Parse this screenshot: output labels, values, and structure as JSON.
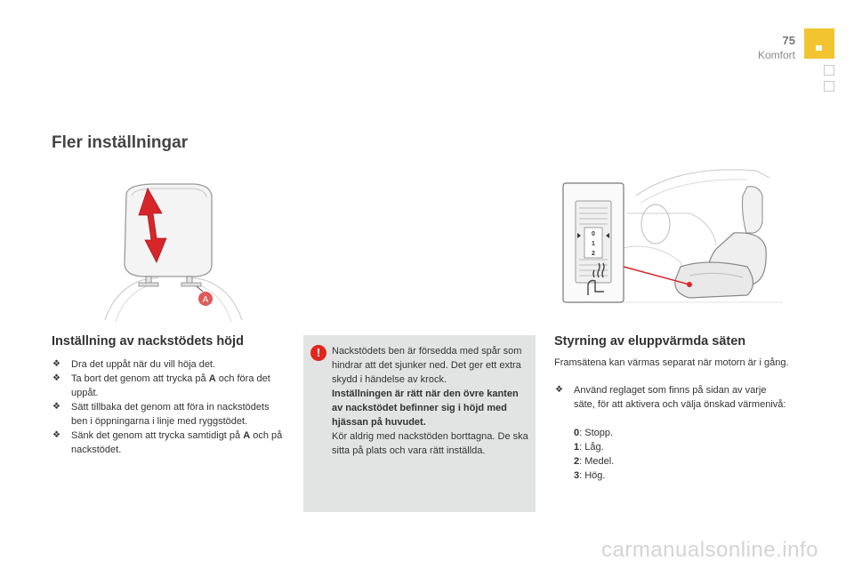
{
  "header": {
    "page_number": "75",
    "chapter": "Komfort"
  },
  "main_title": "Fler inställningar",
  "headrest_section": {
    "title": "Inställning av nackstödets höjd",
    "callout_label": "A",
    "items": [
      "Dra det uppåt när du vill höja det.",
      "Ta bort det genom att trycka på A och föra det uppåt.",
      "Sätt tillbaka det genom att föra in nackstödets ben i öppningarna i linje med ryggstödet.",
      "Sänk det genom att trycka samtidigt på A och på nackstödet."
    ],
    "item_parts": [
      {
        "before": "Dra det uppåt när du vill höja det.",
        "bold": "",
        "after": ""
      },
      {
        "before": "Ta bort det genom att trycka på ",
        "bold": "A",
        "after": " och föra det uppåt."
      },
      {
        "before": "Sätt tillbaka det genom att föra in nackstödets ben i öppningarna i linje med ryggstödet.",
        "bold": "",
        "after": ""
      },
      {
        "before": "Sänk det genom att trycka samtidigt på ",
        "bold": "A",
        "after": " och på nackstödet."
      }
    ]
  },
  "warning": {
    "icon": "exclamation-icon",
    "line1": "Nackstödets ben är försedda med spår som hindrar att det sjunker ned. Det ger ett extra skydd i händelse av krock.",
    "bold": "Inställningen är rätt när den övre kanten av nackstödet befinner sig i höjd med hjässan på huvudet.",
    "line3": "Kör aldrig med nackstöden borttagna. De ska sitta på plats och vara rätt inställda."
  },
  "heated_seats": {
    "title": "Styrning av eluppvärmda säten",
    "intro": "Framsätena kan värmas separat när motorn är i gång.",
    "item": "Använd reglaget som finns på sidan av varje säte, för att aktivera och välja önskad värmenivå:",
    "levels": [
      {
        "num": "0",
        "label": ": Stopp."
      },
      {
        "num": "1",
        "label": ":  Låg."
      },
      {
        "num": "2",
        "label": ":  Medel."
      },
      {
        "num": "3",
        "label": ":  Hög."
      }
    ],
    "dial_labels": [
      "0",
      "1",
      "2"
    ]
  },
  "watermark": "carmanualsonline.info",
  "colors": {
    "accent_yellow": "#f2c42f",
    "warning_red": "#e1261c",
    "arrow_red": "#d8252a",
    "panel_gray": "#e2e4e4"
  }
}
